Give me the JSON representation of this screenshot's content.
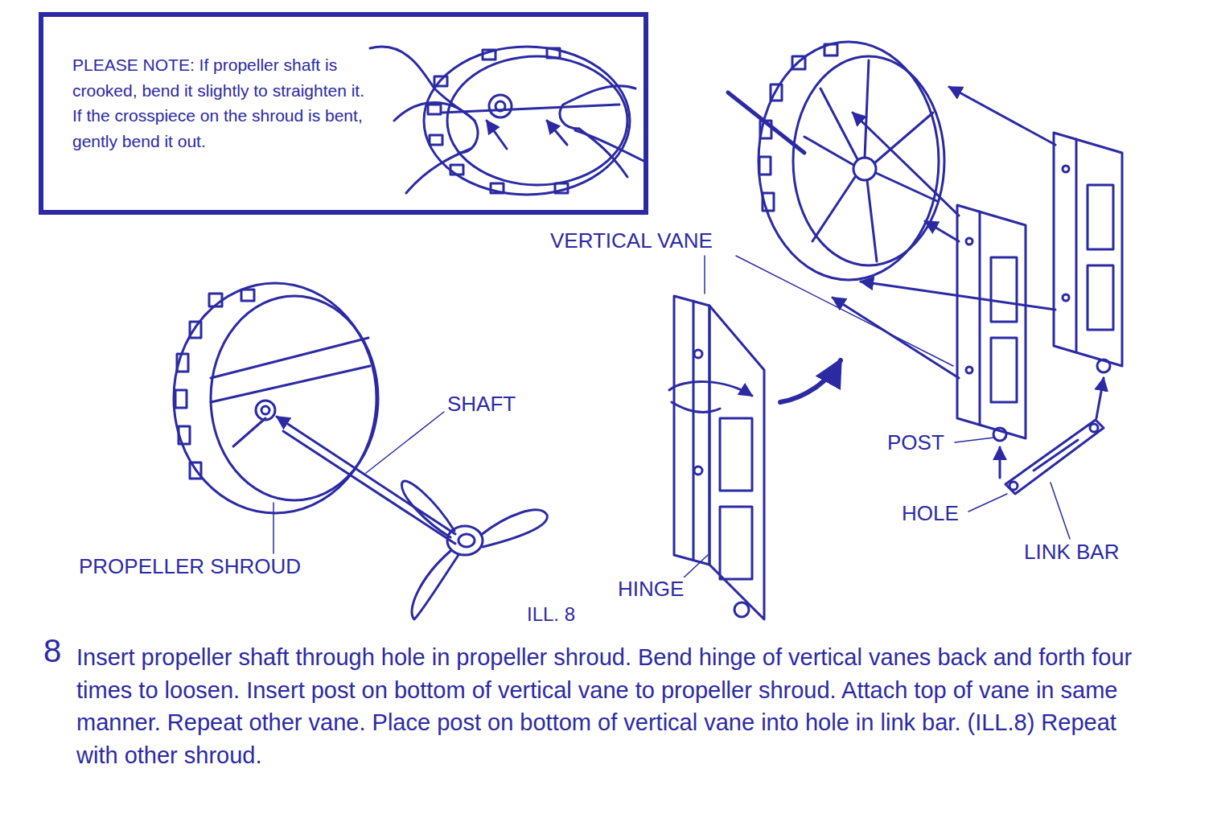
{
  "diagram": {
    "nodes": [
      {
        "text": [
          "PLEASE NOTE: If propeller shaft is crooked, bend it slightly to straighten it. If the crosspiece on the shroud is bent, gently bend it out."
        ]
      }
    ],
    "labels": [
      "VERTICAL VANE",
      "SHAFT",
      "PROPELLER SHROUD",
      "HINGE",
      "ILL. 8",
      "POST",
      "HOLE",
      "LINK BAR",
      "8",
      "Insert propeller shaft through hole in propeller shroud. Bend hinge of vertical vanes back and forth four times to loosen. Insert post on bottom of vertical vane to propeller shroud. Attach top of vane in same manner. Repeat other vane. Place post on bottom of vertical vane into hole in link bar. (ILL.8) Repeat with other shroud."
    ]
  }
}
